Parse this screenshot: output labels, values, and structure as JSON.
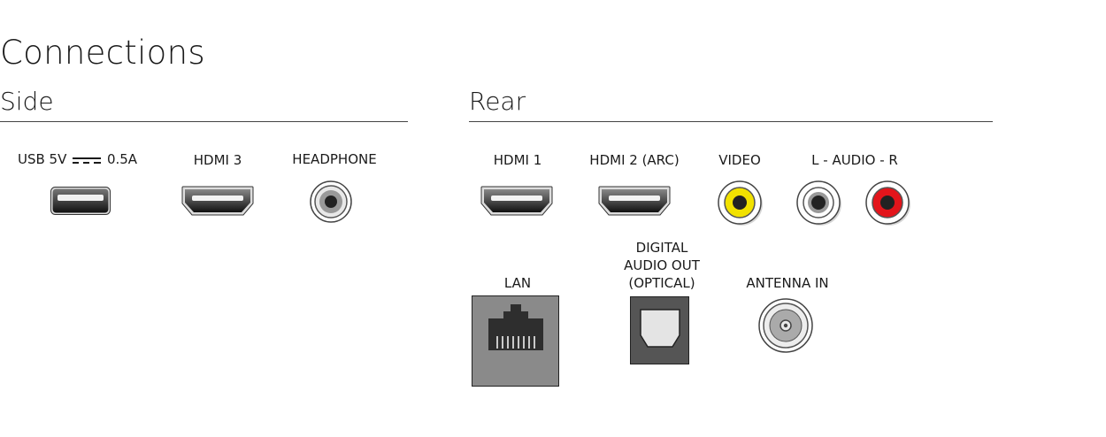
{
  "title": "Connections",
  "sections": {
    "side": "Side",
    "rear": "Rear"
  },
  "side_ports": {
    "usb": {
      "label_prefix": "USB 5V",
      "label_suffix": "0.5A",
      "icon": "usb-port-icon"
    },
    "hdmi3": {
      "label": "HDMI 3",
      "icon": "hdmi-port-icon"
    },
    "headphone": {
      "label": "HEADPHONE",
      "icon": "headphone-jack-icon"
    }
  },
  "rear_ports": {
    "hdmi1": {
      "label": "HDMI 1",
      "icon": "hdmi-port-icon"
    },
    "hdmi2": {
      "label": "HDMI 2 (ARC)",
      "icon": "hdmi-port-icon"
    },
    "video": {
      "label": "VIDEO",
      "icon": "rca-jack-icon"
    },
    "audio": {
      "label": "L - AUDIO - R",
      "icon": "rca-jack-icon"
    },
    "lan": {
      "label": "LAN",
      "icon": "ethernet-port-icon"
    },
    "optical": {
      "label_lines": [
        "DIGITAL",
        "AUDIO OUT",
        "(OPTICAL)"
      ],
      "icon": "optical-port-icon"
    },
    "antenna": {
      "label": "ANTENNA IN",
      "icon": "coax-antenna-port-icon"
    }
  },
  "colors": {
    "video_jack": "#f2e200",
    "audio_left_jack": "#ffffff",
    "audio_right_jack": "#e3151b",
    "port_dark": "#3a3a3a",
    "panel_gray": "#8a8a8a"
  }
}
